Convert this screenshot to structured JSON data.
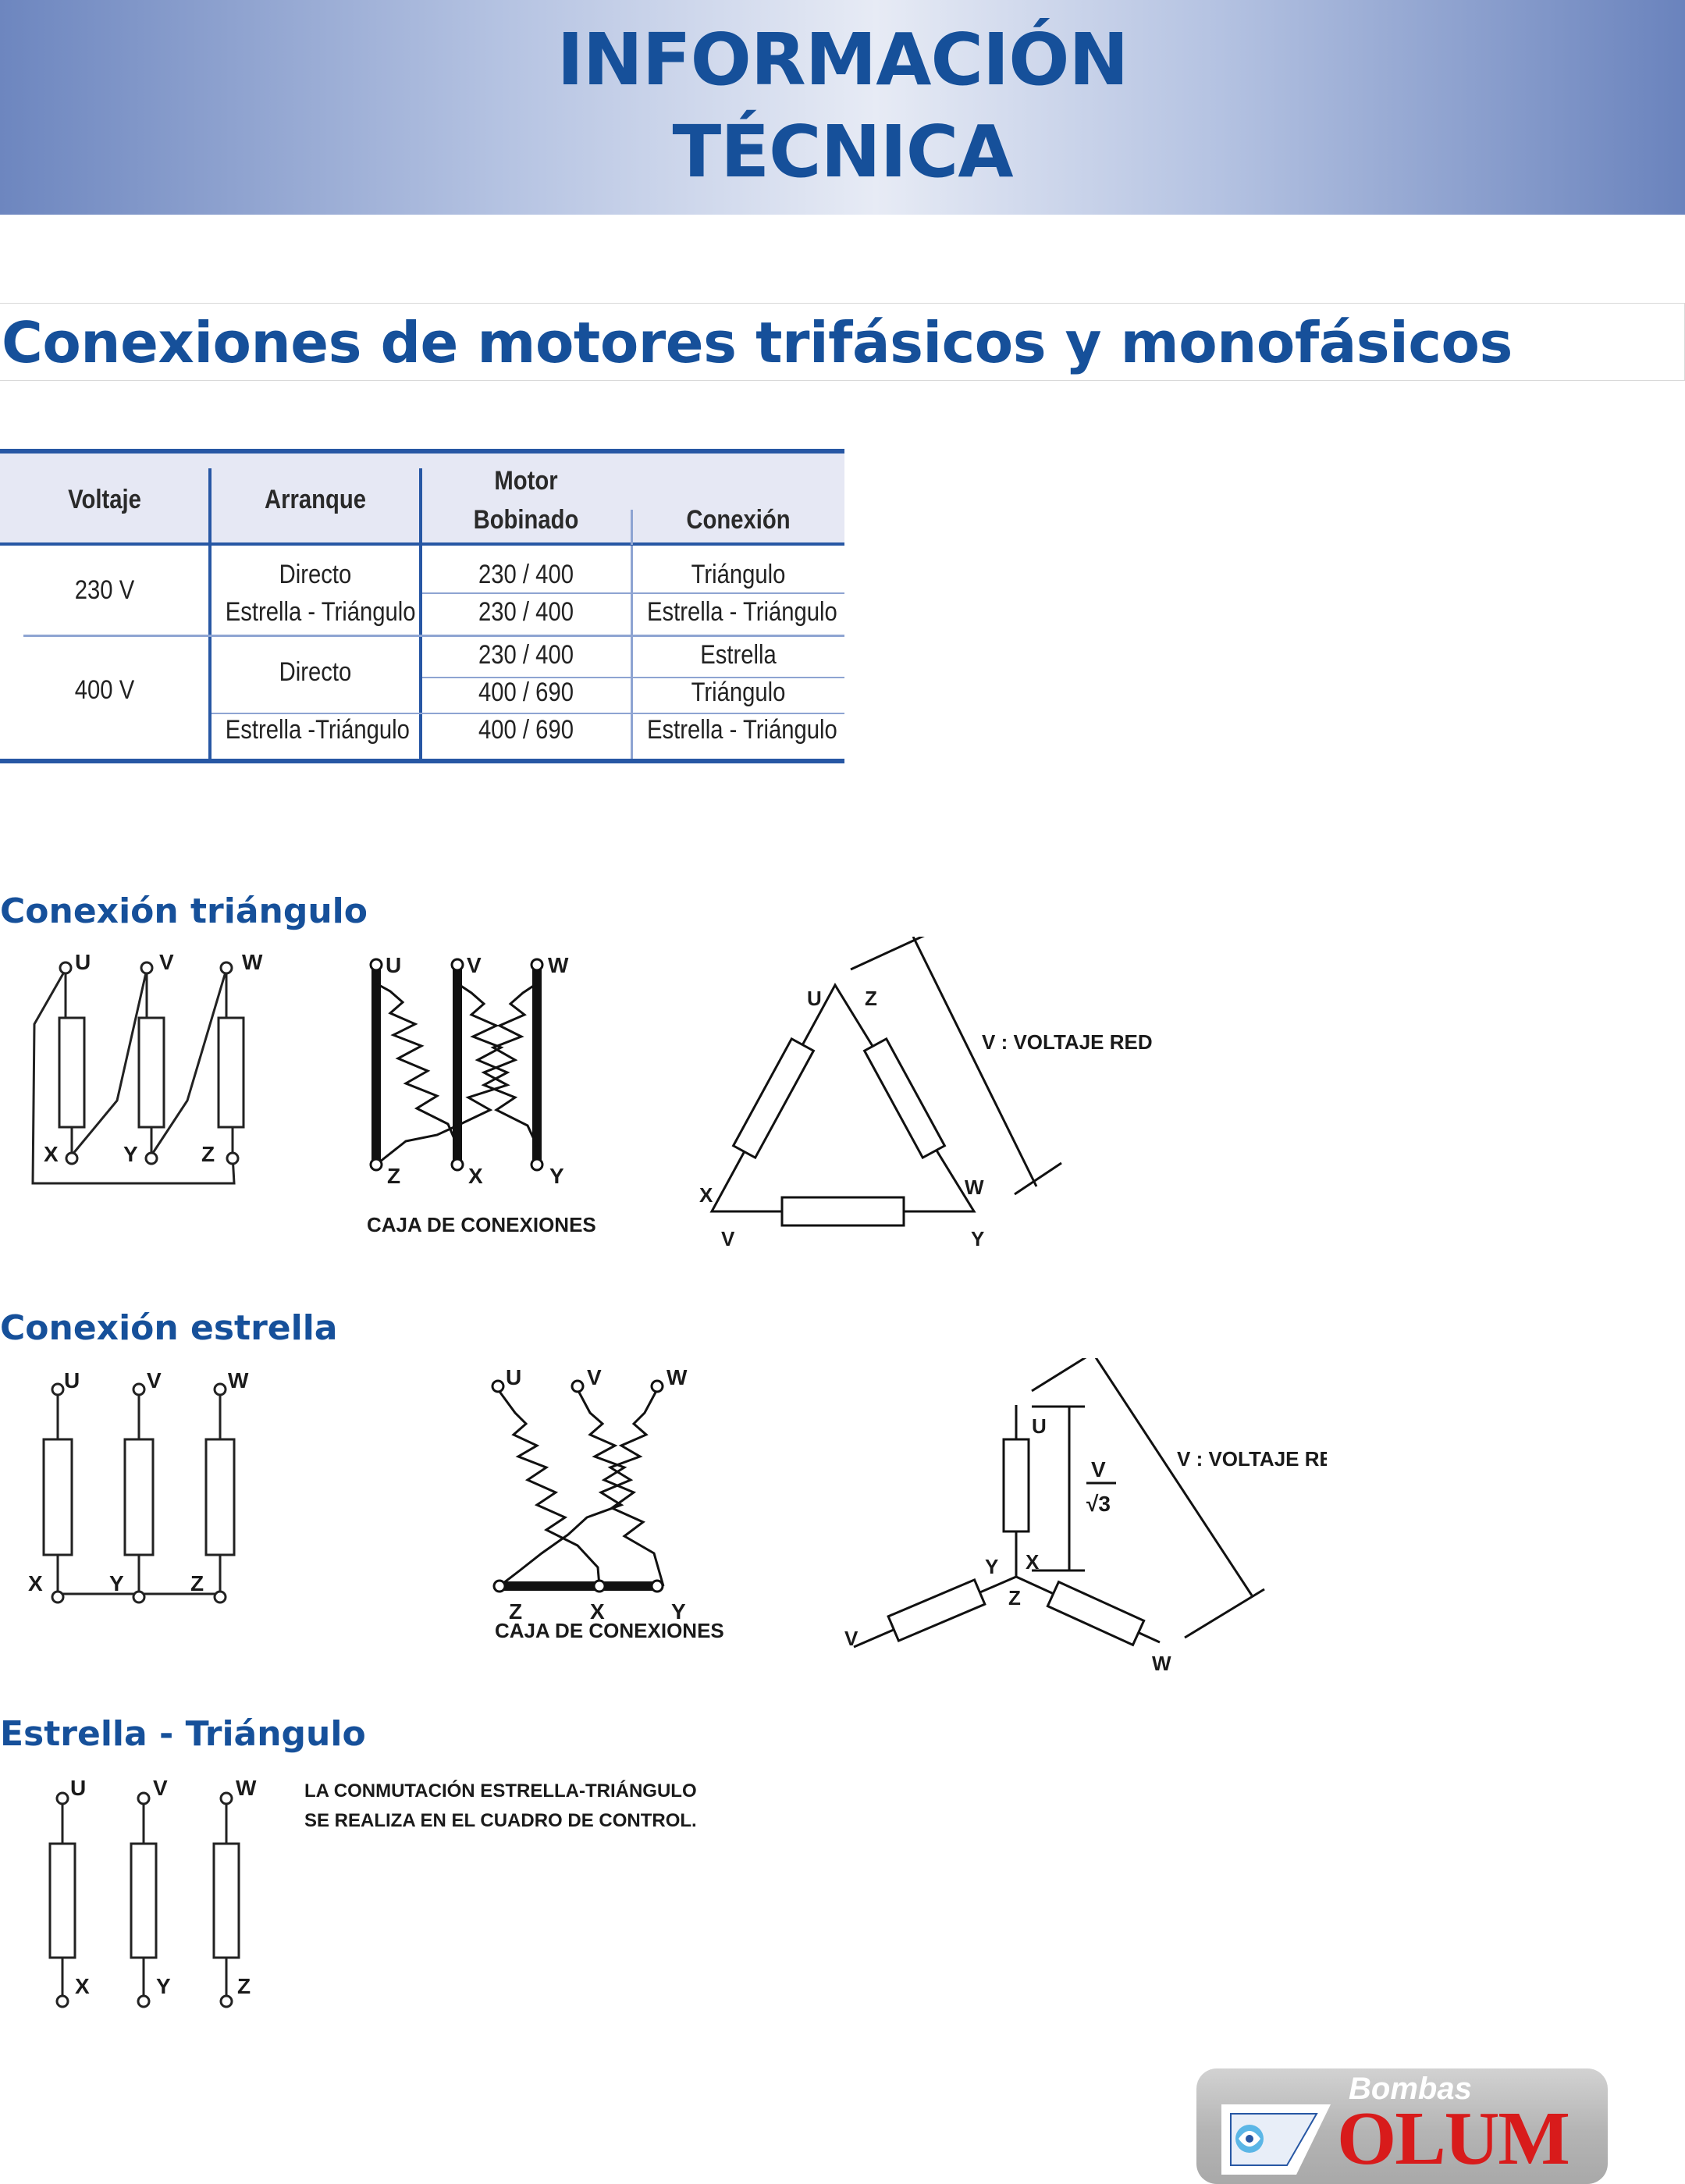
{
  "header": {
    "title": "INFORMACIÓN\nTÉCNICA"
  },
  "section": {
    "title": "Conexiones de motores trifásicos y monofásicos"
  },
  "table": {
    "headers": {
      "voltaje": "Voltaje",
      "arranque": "Arranque",
      "motor": "Motor",
      "bobinado": "Bobinado",
      "conexion": "Conexión"
    },
    "groups": [
      {
        "voltaje": "230 V",
        "rows": [
          {
            "arranque": "Directo",
            "bobinado": "230 / 400",
            "conexion": "Triángulo"
          },
          {
            "arranque": "Estrella - Triángulo",
            "bobinado": "230 / 400",
            "conexion": "Estrella - Triángulo"
          }
        ]
      },
      {
        "voltaje": "400 V",
        "arranque_directo": "Directo",
        "rows": [
          {
            "bobinado": "230 / 400",
            "conexion": "Estrella"
          },
          {
            "bobinado": "400 / 690",
            "conexion": "Triángulo"
          },
          {
            "arranque": "Estrella -Triángulo",
            "bobinado": "400 / 690",
            "conexion": "Estrella - Triángulo"
          }
        ]
      }
    ]
  },
  "diagrams": {
    "triangulo": {
      "heading": "Conexión triángulo",
      "terminals_top": [
        "U",
        "V",
        "W"
      ],
      "terminals_bottom": [
        "X",
        "Y",
        "Z"
      ],
      "box_bottom": [
        "Z",
        "X",
        "Y"
      ],
      "caja_label": "CAJA DE CONEXIONES",
      "tri_labels": [
        "U",
        "Z",
        "X",
        "V",
        "W",
        "Y"
      ],
      "voltage_label": "V : VOLTAJE RED"
    },
    "estrella": {
      "heading": "Conexión estrella",
      "terminals_top": [
        "U",
        "V",
        "W"
      ],
      "terminals_bottom": [
        "X",
        "Y",
        "Z"
      ],
      "box_bottom": [
        "Z",
        "X",
        "Y"
      ],
      "caja_label": "CAJA DE CONEXIONES",
      "star_labels": [
        "U",
        "Y",
        "X",
        "Z",
        "V",
        "W"
      ],
      "fraction_num": "V",
      "fraction_den": "√3",
      "voltage_label": "V : VOLTAJE RED"
    },
    "estrella_triangulo": {
      "heading": "Estrella - Triángulo",
      "terminals_top": [
        "U",
        "V",
        "W"
      ],
      "terminals_bottom": [
        "X",
        "Y",
        "Z"
      ],
      "note_line1": "LA CONMUTACIÓN ESTRELLA-TRIÁNGULO",
      "note_line2": "SE REALIZA EN EL CUADRO DE CONTROL."
    }
  },
  "logo": {
    "top": "Bombas",
    "brand": "OLUM",
    "brand_color": "#d81b1b"
  },
  "colors": {
    "accent_blue": "#16509a",
    "table_line": "#2757a4",
    "table_header_bg": "#e6e8f4"
  }
}
